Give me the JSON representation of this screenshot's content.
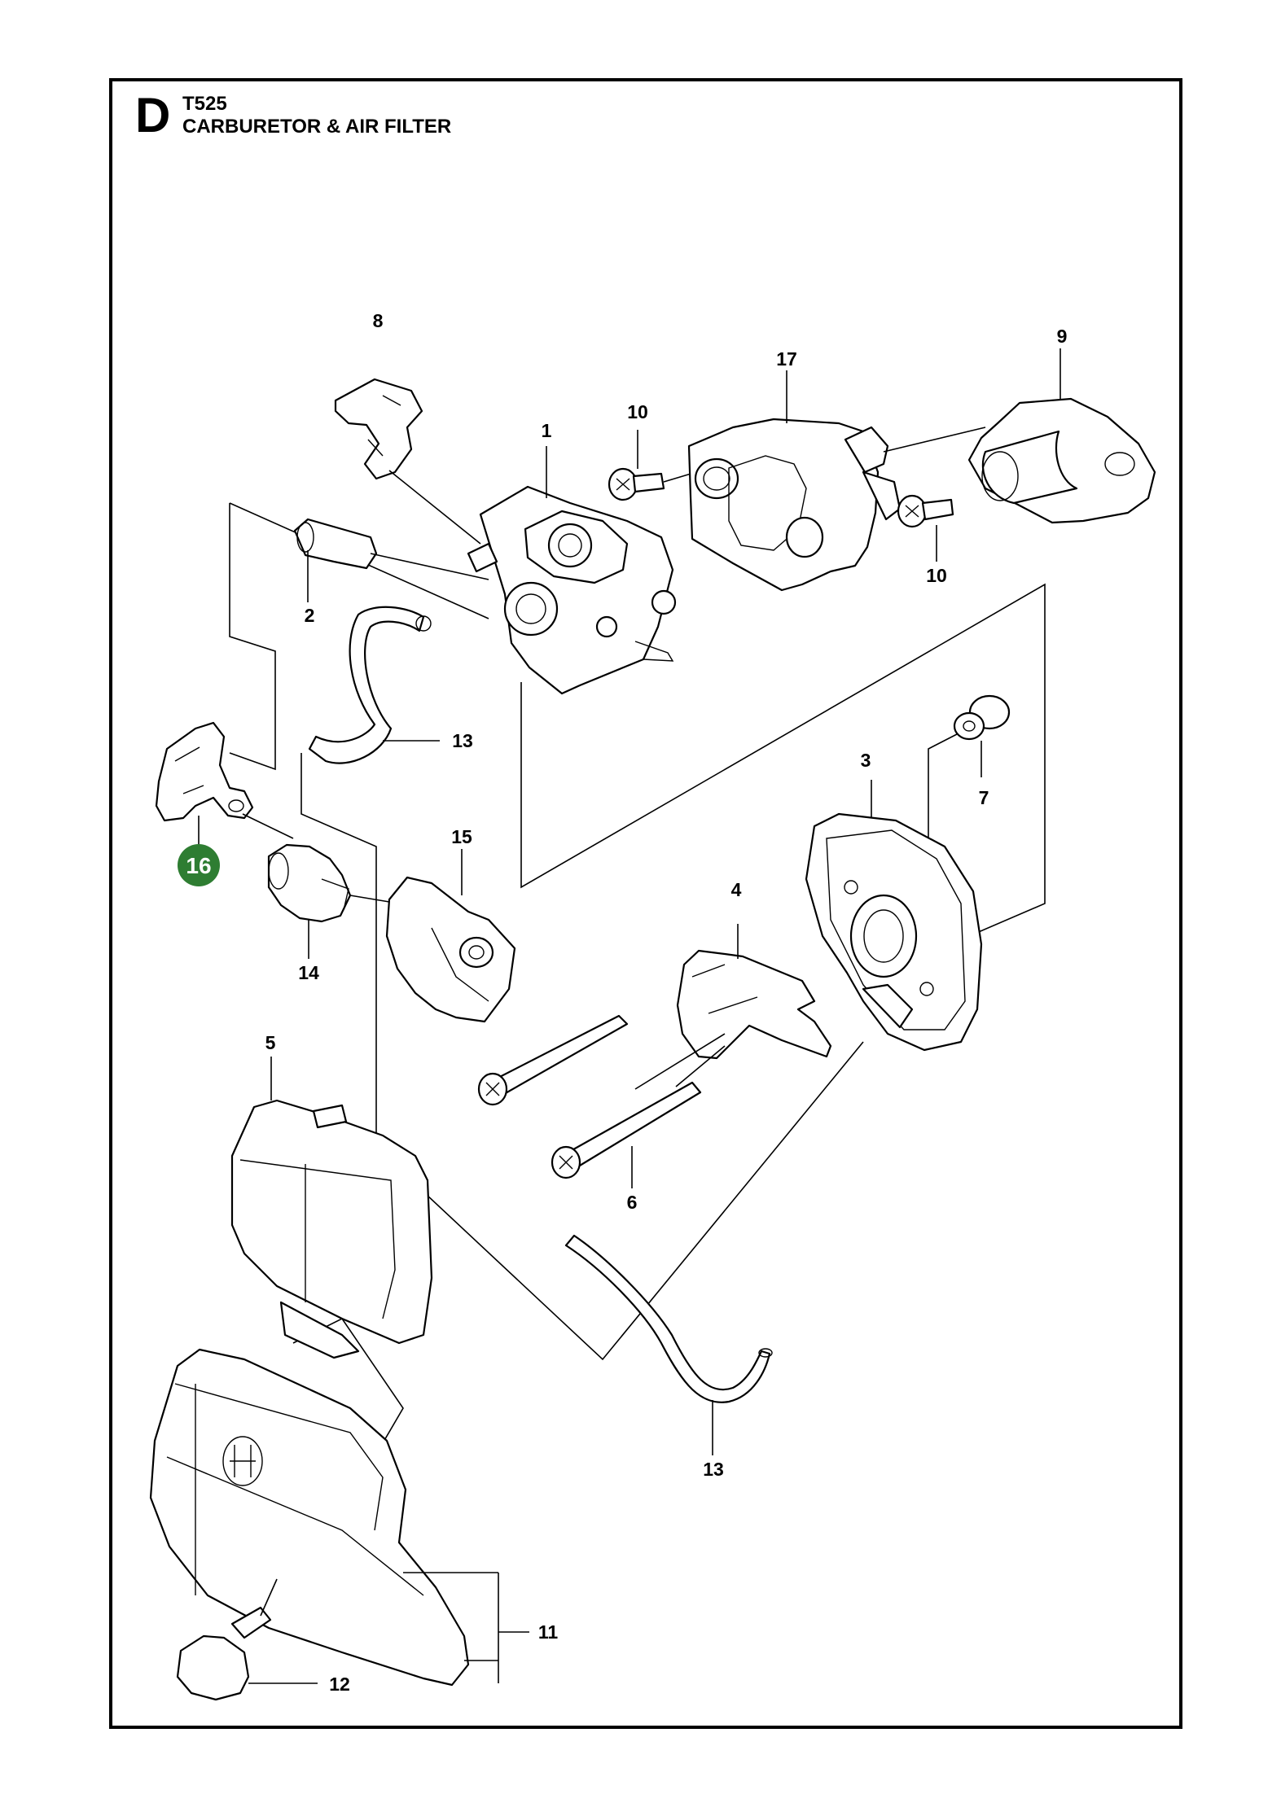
{
  "header": {
    "section_letter": "D",
    "model": "T525",
    "title": "CARBURETOR & AIR FILTER"
  },
  "callouts": {
    "c1": "1",
    "c2": "2",
    "c3": "3",
    "c4": "4",
    "c5": "5",
    "c6": "6",
    "c7": "7",
    "c8": "8",
    "c9": "9",
    "c10a": "10",
    "c10b": "10",
    "c11": "11",
    "c12": "12",
    "c13a": "13",
    "c13b": "13",
    "c14": "14",
    "c15": "15",
    "c16": "16",
    "c17": "17"
  },
  "colors": {
    "highlight": "#2e7d32",
    "line": "#000000",
    "background": "#ffffff"
  }
}
